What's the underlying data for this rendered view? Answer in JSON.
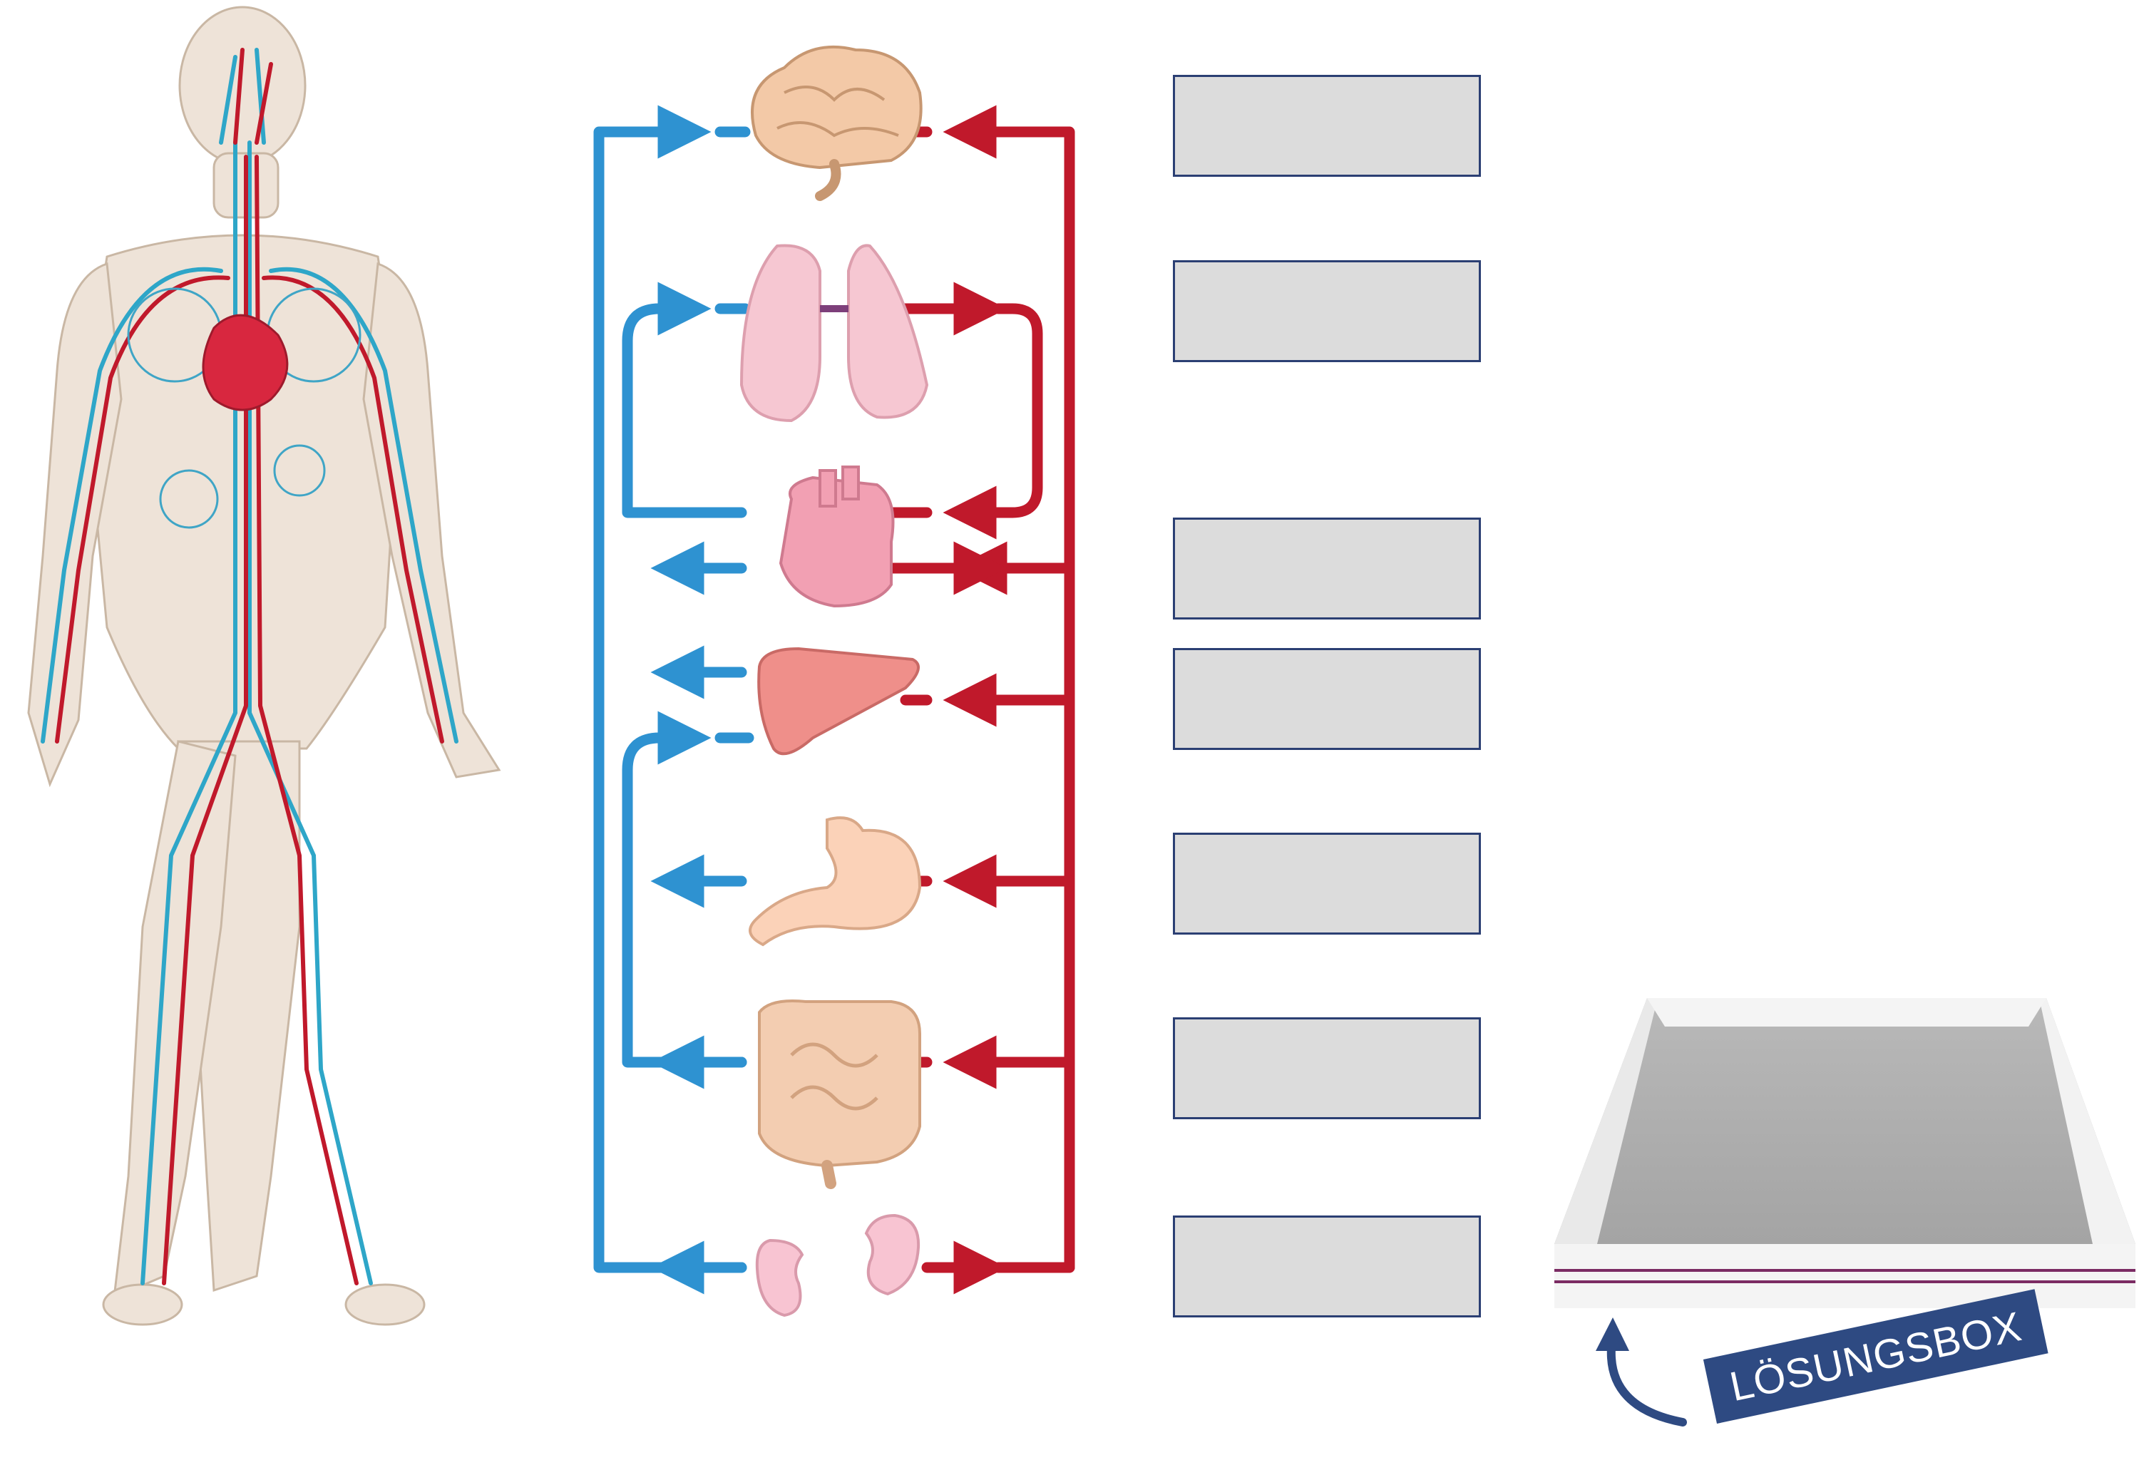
{
  "colors": {
    "artery": "#c0192b",
    "vein": "#2e92d1",
    "slot_fill": "#dcdcdc",
    "slot_border": "#2b3f73",
    "tag": "#2e4a82"
  },
  "figure": {
    "subject": "human-body-circulatory-system",
    "organs": [
      "brain",
      "lungs",
      "heart",
      "liver",
      "stomach",
      "intestines",
      "kidneys"
    ]
  },
  "answer_slots": [
    {
      "value": ""
    },
    {
      "value": ""
    },
    {
      "value": ""
    },
    {
      "value": ""
    },
    {
      "value": ""
    },
    {
      "value": ""
    },
    {
      "value": ""
    }
  ],
  "solution_box": {
    "label": "LÖSUNGSBOX",
    "icon": "curved-arrow-up-icon"
  }
}
